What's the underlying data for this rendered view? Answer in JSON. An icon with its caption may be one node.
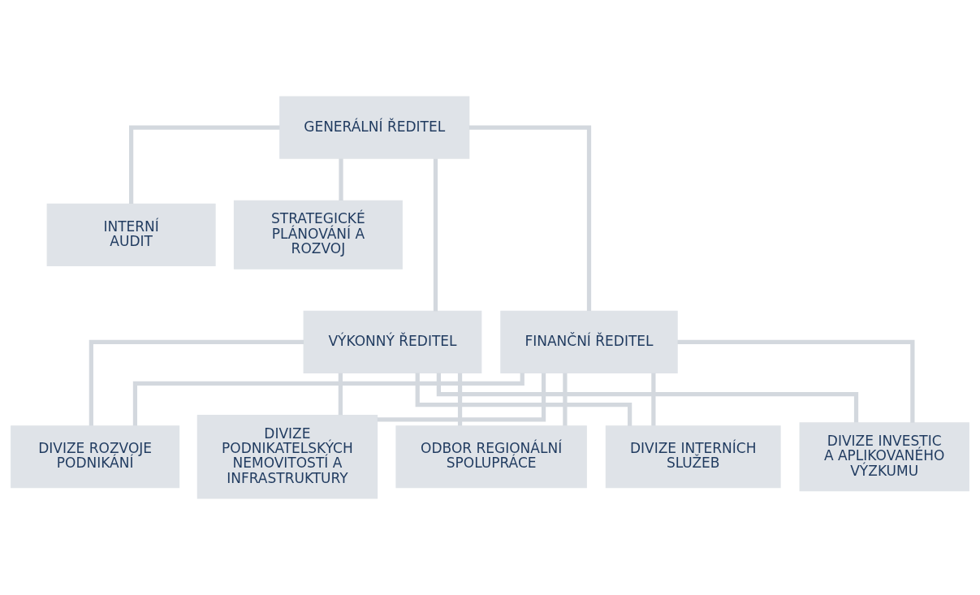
{
  "diagram": {
    "nodes": [
      {
        "text": [
          "GENERÁLNÍ ŘEDITEL"
        ]
      },
      {
        "text": [
          "INTERNÍ AUDIT"
        ]
      },
      {
        "text": [
          "STRATEGICKÉ PLÁNOVÁNÍ A ROZVOJ"
        ]
      },
      {
        "text": [
          "VÝKONNÝ ŘEDITEL"
        ]
      },
      {
        "text": [
          "FINANČNÍ ŘEDITEL"
        ]
      },
      {
        "text": [
          "DIVIZE INVESTIC A APLIKOVANÉHO VÝZKUMU"
        ]
      },
      {
        "text": [
          "DIVIZE ROZVOJE PODNIKÁNÍ"
        ]
      },
      {
        "text": [
          "DIVIZE PODNIKATELSKÝCH NEMOVITOSTÍ A INFRASTRUKTURY"
        ]
      },
      {
        "text": [
          "ODBOR REGIONÁLNÍ SPOLUPRÁCE"
        ]
      },
      {
        "text": [
          "DIVIZE INTERNÍCH SLUŽEB"
        ]
      }
    ],
    "edges": [
      {
        "from": 0,
        "to": 1,
        "arrow": "none"
      },
      {
        "from": 0,
        "to": 2,
        "arrow": "none"
      },
      {
        "from": 0,
        "to": 3,
        "arrow": "none"
      },
      {
        "from": 0,
        "to": 4,
        "arrow": "none"
      },
      {
        "from": 3,
        "to": 5,
        "arrow": "none"
      },
      {
        "from": 3,
        "to": 6,
        "arrow": "none"
      },
      {
        "from": 3,
        "to": 7,
        "arrow": "none"
      },
      {
        "from": 3,
        "to": 8,
        "arrow": "none"
      },
      {
        "from": 3,
        "to": 9,
        "arrow": "none"
      },
      {
        "from": 4,
        "to": 5,
        "arrow": "none"
      },
      {
        "from": 4,
        "to": 6,
        "arrow": "none"
      },
      {
        "from": 4,
        "to": 7,
        "arrow": "none"
      },
      {
        "from": 4,
        "to": 8,
        "arrow": "none"
      },
      {
        "from": 4,
        "to": 9,
        "arrow": "none"
      }
    ]
  }
}
